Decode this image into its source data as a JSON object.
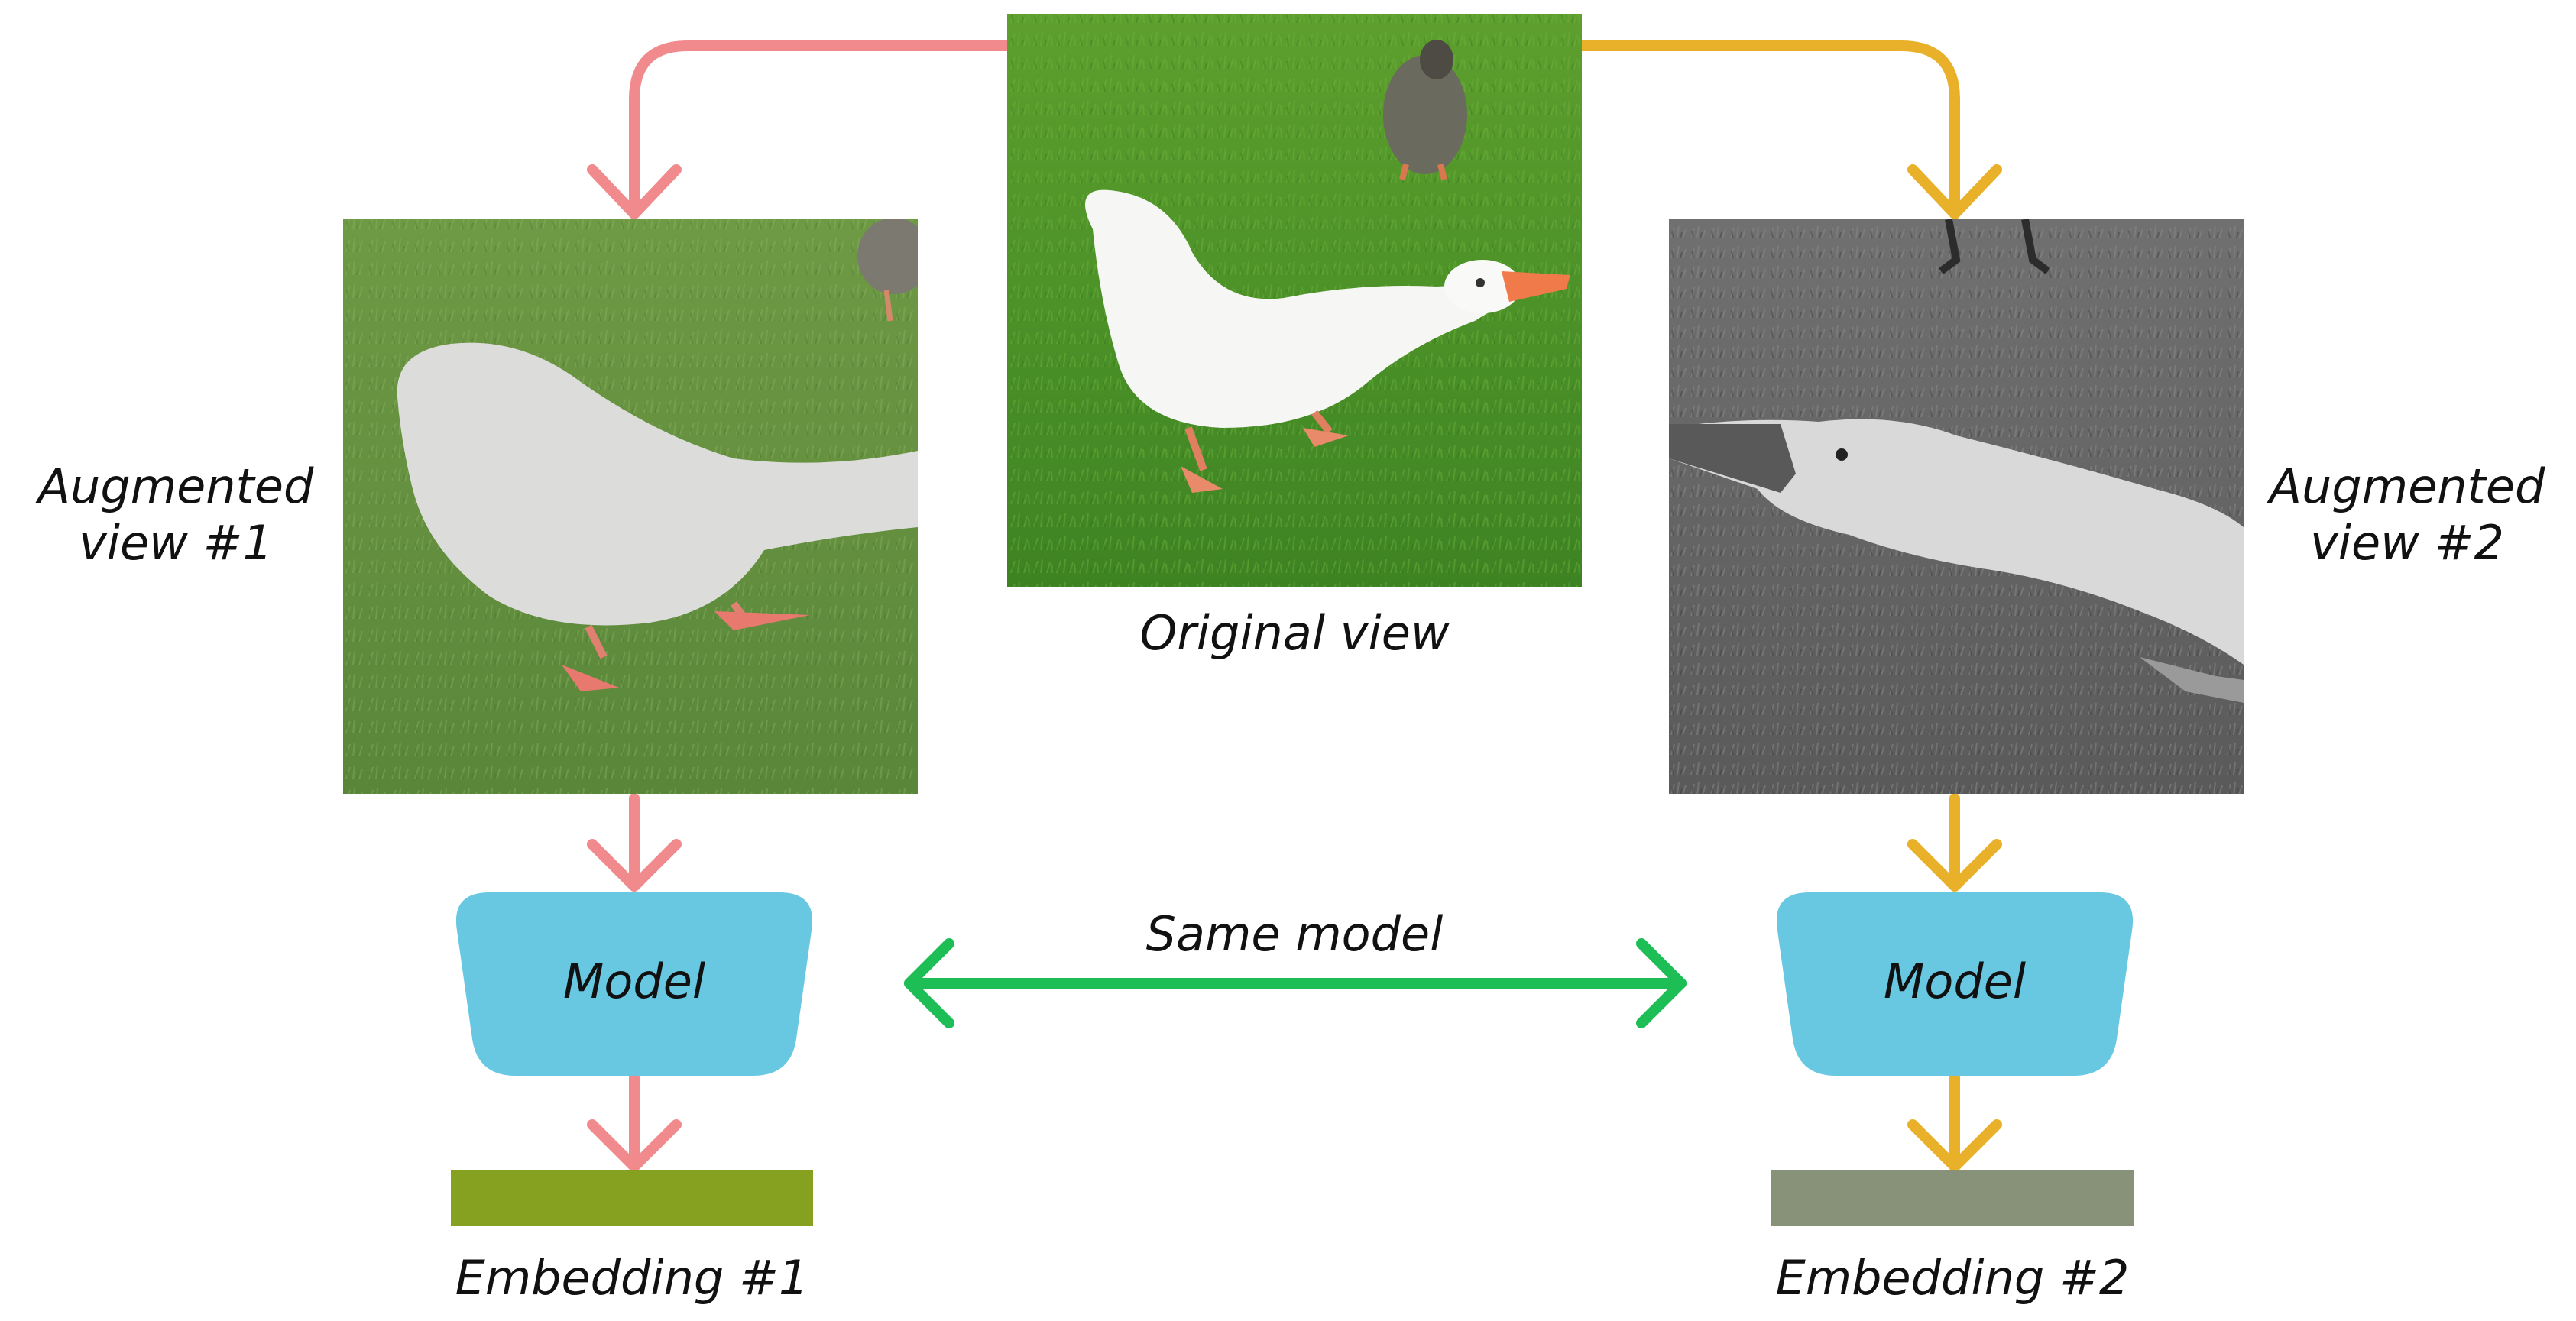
{
  "labels": {
    "original_view": "Original view",
    "augmented_view_1": "Augmented\nview #1",
    "augmented_view_2": "Augmented\nview #2",
    "model_left": "Model",
    "model_right": "Model",
    "same_model": "Same model",
    "embedding_1": "Embedding #1",
    "embedding_2": "Embedding #2"
  },
  "colors": {
    "left_arrow": "#F08A8D",
    "right_arrow": "#E9B12A",
    "same_model_arrow": "#1DBE55",
    "model_fill": "#68C8E2",
    "embedding_1": "#86A11F",
    "embedding_2": "#879279"
  },
  "icons": {
    "original_image": "goose-photo",
    "augmented_image_1": "goose-photo-cropped-faded",
    "augmented_image_2": "goose-photo-grayscale-zoom"
  }
}
